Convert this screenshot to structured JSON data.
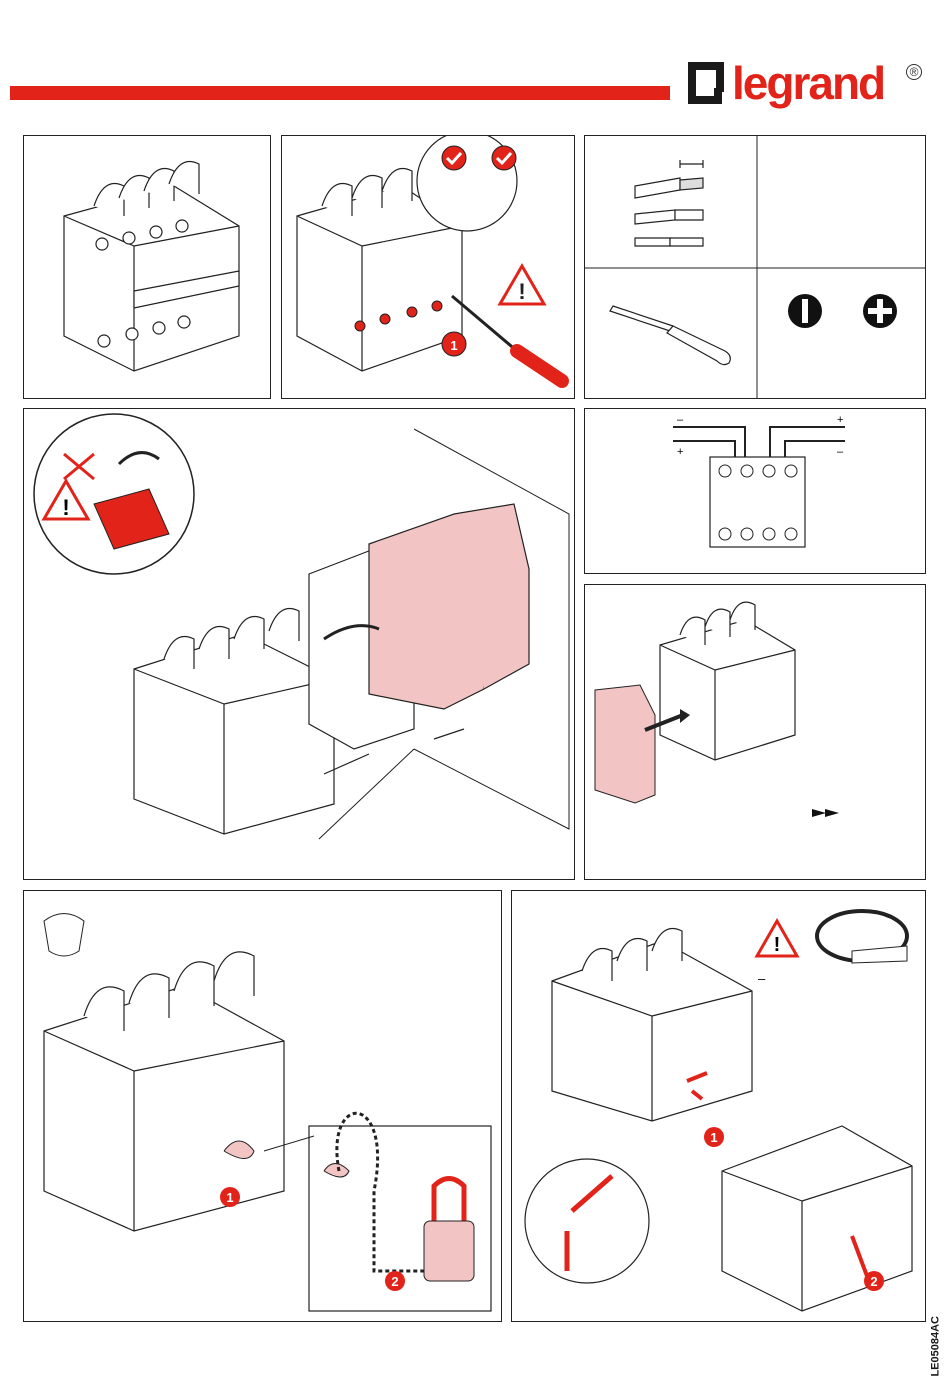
{
  "brand": {
    "name": "legrand",
    "registered": "®"
  },
  "doc_code": "LE05084AC",
  "wiring": {
    "top_left_sign": "–",
    "top_right_sign": "+",
    "mid_left_sign": "+",
    "mid_right_sign": "–"
  },
  "step_numbers": {
    "torque_step": "1",
    "padlock_step1": "1",
    "padlock_step2": "2",
    "seal_step1": "1",
    "seal_step2": "2"
  },
  "seal_dash": "–",
  "colors": {
    "brand_red": "#e2231a",
    "accessory_pink": "#f2c4c4",
    "line": "#222222"
  }
}
